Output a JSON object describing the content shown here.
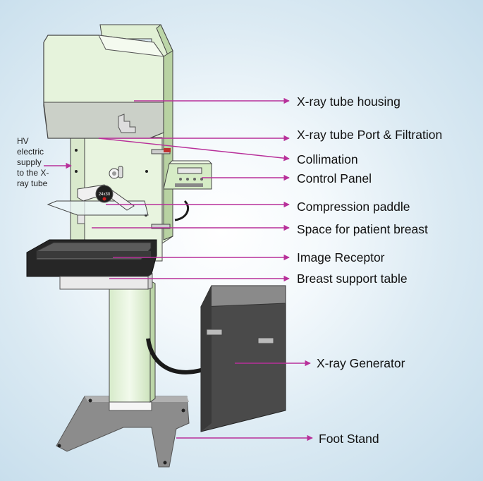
{
  "labels": {
    "tube_housing": "X-ray tube housing",
    "tube_port": "X-ray tube Port & Filtration",
    "collimation": "Collimation",
    "control_panel": "Control Panel",
    "compression_paddle": "Compression paddle",
    "patient_space": "Space for patient breast",
    "image_receptor": "Image Receptor",
    "support_table": "Breast support table",
    "generator": "X-ray Generator",
    "foot_stand": "Foot Stand"
  },
  "hv_supply": [
    "HV",
    "electric",
    "supply",
    "to the X-",
    "ray tube"
  ],
  "paddle_marking": "24x30",
  "colors": {
    "arrow": "#b8309a",
    "housing": "#e6f3dc",
    "receptor": "#262626",
    "generator": "#4a4a4a",
    "stand": "#8c8c8c"
  }
}
